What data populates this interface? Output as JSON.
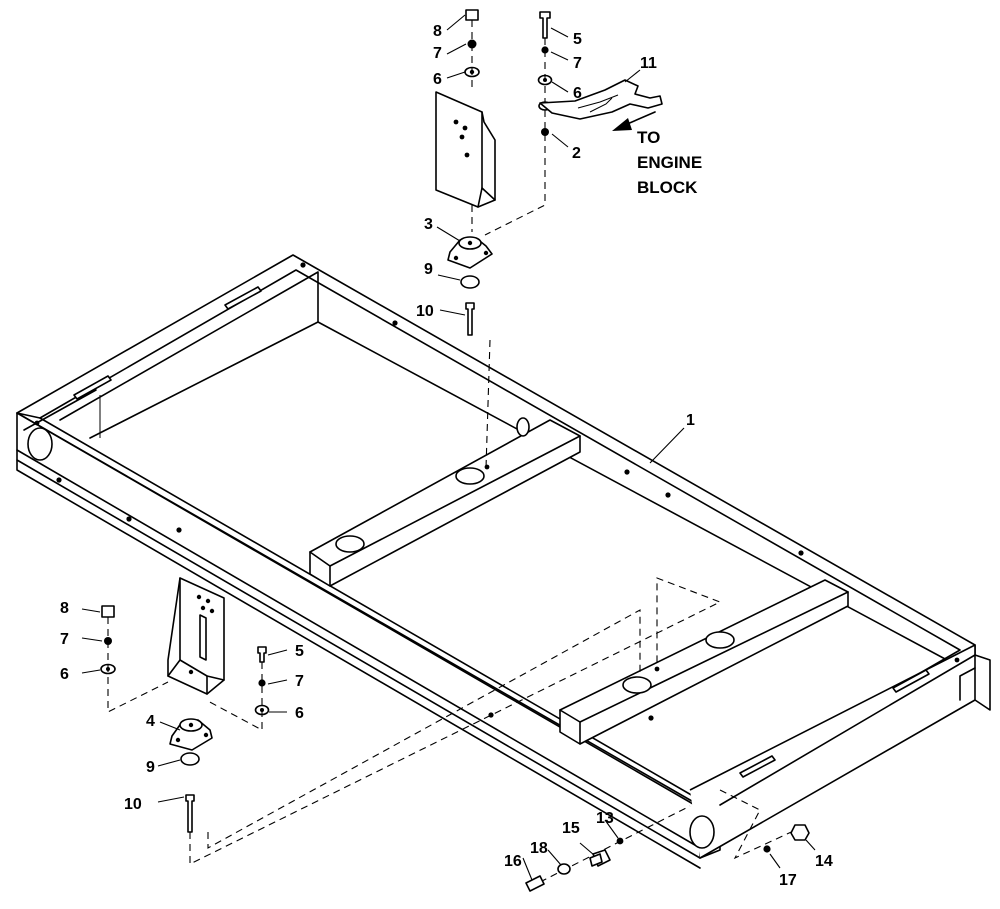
{
  "callouts": {
    "c1": "1",
    "c2": "2",
    "c3": "3",
    "c4": "4",
    "c5a": "5",
    "c5b": "5",
    "c6a": "6",
    "c6b": "6",
    "c6c": "6",
    "c6d": "6",
    "c7a": "7",
    "c7b": "7",
    "c7c": "7",
    "c7d": "7",
    "c8a": "8",
    "c8b": "8",
    "c9a": "9",
    "c9b": "9",
    "c10a": "10",
    "c10b": "10",
    "c11": "11",
    "c13": "13",
    "c14": "14",
    "c15": "15",
    "c16": "16",
    "c17": "17",
    "c18": "18"
  },
  "note": {
    "line1": "TO",
    "line2": "ENGINE",
    "line3": "BLOCK"
  }
}
